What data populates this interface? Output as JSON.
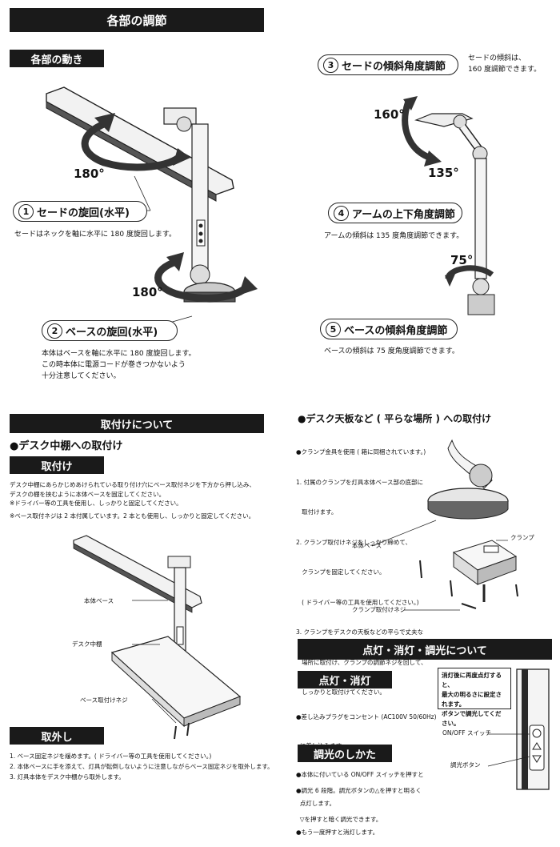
{
  "header": {
    "title": "各部の調節"
  },
  "movement": {
    "tab": "各部の動き",
    "shade_rotation": {
      "num": "1",
      "label": "セードの旋回(水平)",
      "desc": "セードはネックを軸に水平に 180 度旋回します。",
      "deg": "180°"
    },
    "base_rotation": {
      "num": "2",
      "label": "ベースの旋回(水平)",
      "deg": "180°",
      "desc": [
        "本体はベースを軸に水平に 180 度旋回します。",
        "この時本体に電源コードが巻きつかないよう",
        "十分注意してください。"
      ]
    },
    "shade_tilt": {
      "num": "3",
      "label": "セードの傾斜角度調節",
      "note": [
        "セードの傾斜は、",
        "160 度調節できます。"
      ],
      "deg": "160°"
    },
    "arm_tilt": {
      "num": "4",
      "label": "アームの上下角度調節",
      "desc": "アームの傾斜は 135 度角度調節できます。",
      "deg": "135°"
    },
    "base_tilt": {
      "num": "5",
      "label": "ベースの傾斜角度調節",
      "desc": "ベースの傾斜は 75 度角度調節できます。",
      "deg": "75°"
    }
  },
  "mounting": {
    "banner": "取付けについて",
    "shelf": {
      "heading": "●デスク中棚への取付け",
      "tab": "取付け",
      "lines": [
        "デスク中棚にあらかじめあけられている取り付け穴にベース取付ネジを下方から押し込み、",
        "デスクの棚を挟むように本体ベースを固定してください。",
        "※ドライバー等の工具を使用し、しっかりと固定してください。",
        "※ベース取付ネジは 2 本付属しています。2 本とも使用し、しっかりと固定してください。"
      ],
      "labels": {
        "body_base": "本体ベース",
        "shelf": "デスク中棚",
        "screw": "ベース取付けネジ"
      }
    },
    "removal": {
      "tab": "取外し",
      "lines": [
        "1. ベース固定ネジを緩めます。( ドライバー等の工具を使用してください。)",
        "2. 本体ベースに手を添えて、灯具が転倒しないように注意しながらベース固定ネジを取外します。",
        "3. 灯具本体をデスク中棚から取外します。"
      ]
    },
    "flat": {
      "heading": "●デスク天板など ( 平らな場所 ) への取付け",
      "lines": [
        "●クランプ金具を使用 ( 箱に同梱されています。)",
        "1. 付属のクランプを灯具本体ベース部の底部に",
        "   取付けます。",
        "2. クランプ取付けネジをしっかり締めて、",
        "   クランプを固定してください。",
        "   ( ドライバー等の工具を使用してください。)",
        "3. クランプをデスクの天板などの平らで丈夫な",
        "   場所に取付け、クランプの調節ネジを回して、",
        "   しっかりと取付けてください。"
      ],
      "labels": {
        "body_base": "本体ベース",
        "clamp": "クランプ",
        "clamp_screw": "クランプ取付けネジ"
      }
    }
  },
  "lighting": {
    "banner": "点灯・消灯・調光について",
    "on_off": {
      "tab": "点灯・消灯",
      "lines": [
        "●差し込みプラグをコンセント (AC100V 50/60Hz)",
        "  に差し込みます。",
        "●本体に付いている ON/OFF スイッチを押すと",
        "  点灯します。",
        "●もう一度押すと消灯します。"
      ],
      "note": [
        "消灯後に再度点灯すると、",
        "最大の明るさに設定されます。",
        "ボタンで調光してください。"
      ]
    },
    "dimming": {
      "tab": "調光のしかた",
      "lines": [
        "●調光 6 段階。調光ボタンの△を押すと明るく",
        "  ▽を押すと暗く調光できます。"
      ]
    },
    "labels": {
      "switch": "ON/OFF スイッチ",
      "dim_button": "調光ボタン"
    }
  }
}
